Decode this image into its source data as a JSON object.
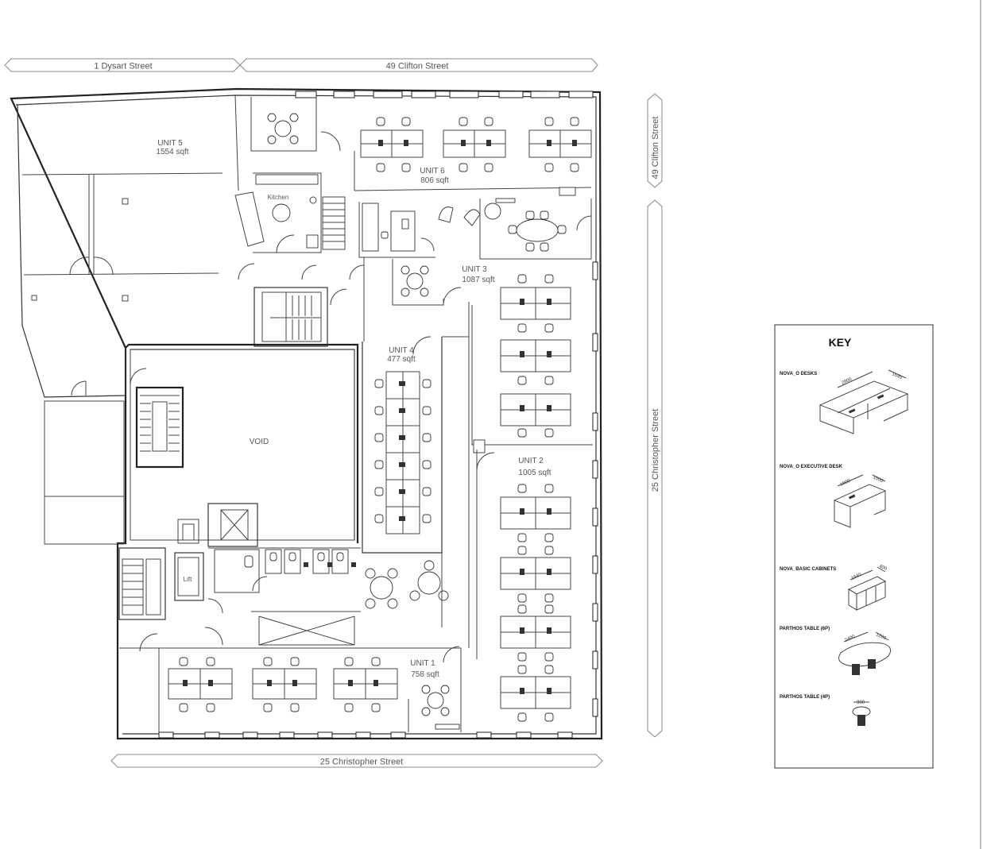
{
  "streets": {
    "top_left": "1 Dysart Street",
    "top_right": "49 Clifton Street",
    "right_upper": "49 Clifton Street",
    "right_lower": "25 Christopher Street",
    "bottom": "25 Christopher Street"
  },
  "units": [
    {
      "name": "UNIT 5",
      "area": "1554 sqft"
    },
    {
      "name": "UNIT 6",
      "area": "806 sqft"
    },
    {
      "name": "UNIT 3",
      "area": "1087 sqft"
    },
    {
      "name": "UNIT 4",
      "area": "477 sqft"
    },
    {
      "name": "UNIT 2",
      "area": "1005 sqft"
    },
    {
      "name": "UNIT 1",
      "area": "758 sqft"
    }
  ],
  "rooms": {
    "kitchen": "Kitchen",
    "void": "VOID",
    "lift": "Lift"
  },
  "key": {
    "title": "KEY",
    "items": [
      {
        "label": "NOVA_O DESKS",
        "dims": [
          "2800",
          "1640"
        ]
      },
      {
        "label": "NOVA_O EXECUTIVE DESK",
        "dims": [
          "1800",
          "1000"
        ]
      },
      {
        "label": "NOVA_BASIC CABINETS",
        "dims": [
          "1640",
          "400"
        ]
      },
      {
        "label": "PARTHOS TABLE (6P)",
        "dims": [
          "2400",
          "1200"
        ]
      },
      {
        "label": "PARTHOS TABLE (4P)",
        "dims": [
          "900"
        ]
      }
    ]
  }
}
